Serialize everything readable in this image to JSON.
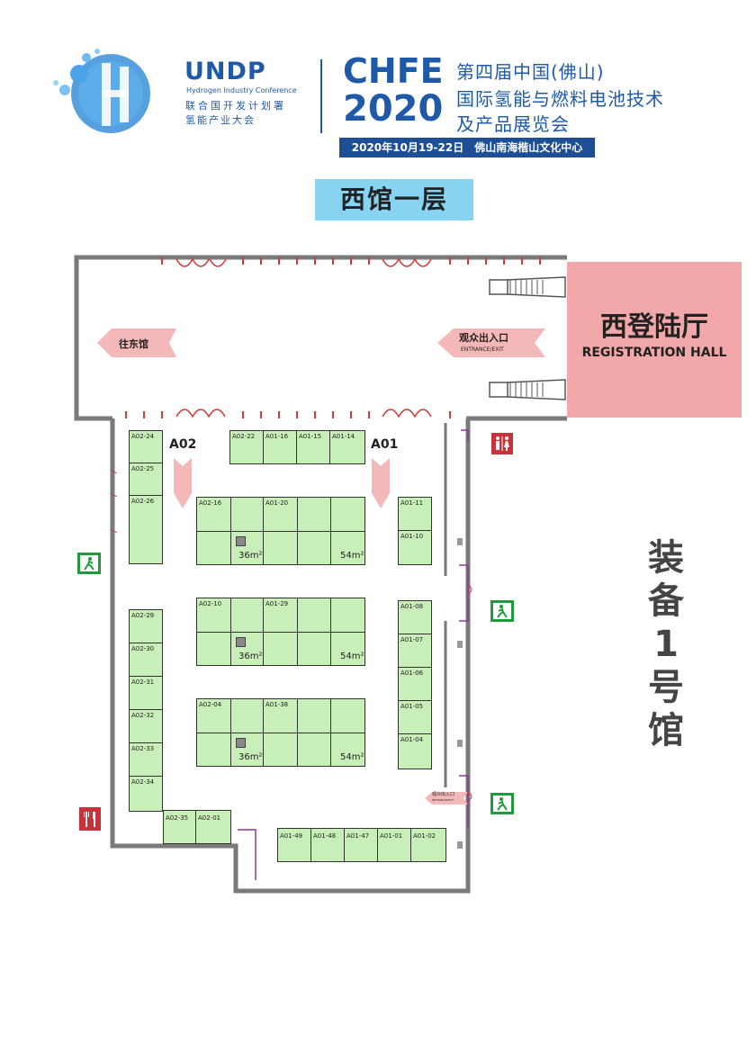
{
  "header": {
    "undp_title": "UNDP",
    "undp_subtitle": "Hydrogen Industry Conference",
    "undp_cn_line1": "联合国开发计划署",
    "undp_cn_line2": "氢能产业大会",
    "chfe": "CHFE",
    "year": "2020",
    "cn_title_line1": "第四届中国(佛山)",
    "cn_title_line2": "国际氢能与燃料电池技术",
    "cn_title_line3": "及产品展览会",
    "date_venue": "2020年10月19-22日　佛山南海楷山文化中心"
  },
  "floor_title": "西馆一层",
  "registration": {
    "cn": "西登陆厅",
    "en": "REGISTRATION HALL"
  },
  "corridor": {
    "to_east": "往东馆",
    "entrance_cn": "观众出入口",
    "entrance_en": "ENTRANCE/EXIT",
    "small_entrance_cn": "观众出入口",
    "small_entrance_en": "ENTRANCE/EXIT"
  },
  "hall_label": "装备1号馆",
  "zones": {
    "a02": "A02",
    "a01": "A01"
  },
  "areas": {
    "a1": "36m²",
    "b1": "54m²",
    "a2": "36m²",
    "b2": "54m²",
    "a3": "36m²",
    "b3": "54m²"
  },
  "booths": {
    "a02_24": "A02-24",
    "a02_25": "A02-25",
    "a02_26": "A02-26",
    "a02_29": "A02-29",
    "a02_30": "A02-30",
    "a02_31": "A02-31",
    "a02_32": "A02-32",
    "a02_33": "A02-33",
    "a02_34": "A02-34",
    "a02_35": "A02-35",
    "a02_01": "A02-01",
    "a02_22": "A02-22",
    "a01_16": "A01-16",
    "a01_15": "A01-15",
    "a01_14": "A01-14",
    "a02_16": "A02-16",
    "a01_20": "A01-20",
    "a02_10": "A02-10",
    "a01_29": "A01-29",
    "a02_04": "A02-04",
    "a01_38": "A01-38",
    "a01_11": "A01-11",
    "a01_10": "A01-10",
    "a01_08": "A01-08",
    "a01_07": "A01-07",
    "a01_06": "A01-06",
    "a01_05": "A01-05",
    "a01_04": "A01-04",
    "a01_49": "A01-49",
    "a01_48": "A01-48",
    "a01_47": "A01-47",
    "a01_01": "A01-01",
    "a01_02": "A01-02"
  },
  "colors": {
    "brand_blue": "#1f5aa8",
    "booth_green": "#c9efb8",
    "registration_pink": "#f2a7a8",
    "floor_badge": "#87d3f2",
    "exit_green": "#1e9b3c",
    "restaurant_red": "#c8323a"
  },
  "icons": [
    "undp-hydrogen-logo",
    "emergency-exit-icon",
    "restroom-icon",
    "restaurant-icon",
    "stairs-icon",
    "door-icon"
  ]
}
